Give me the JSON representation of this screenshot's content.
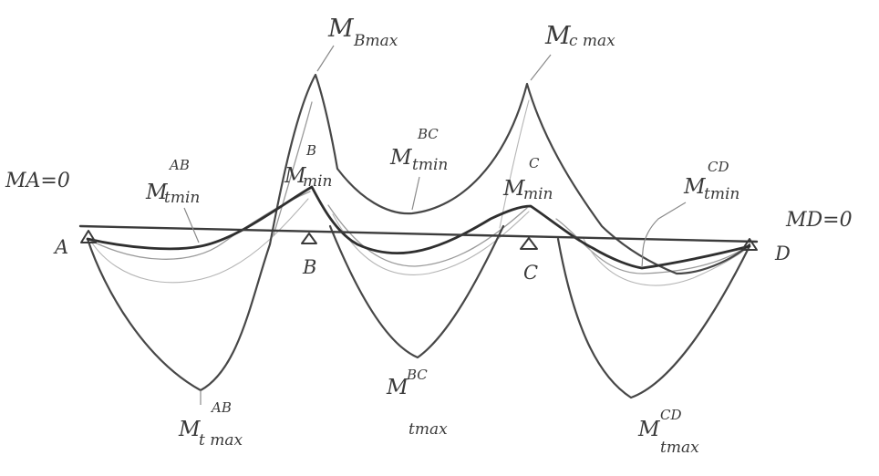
{
  "labels": {
    "mb_max_main": "M",
    "mb_max_sub": "Bmax",
    "mc_max_main": "M",
    "mc_max_sub": "c max",
    "ma_zero": "MA=0",
    "md_zero": "MD=0",
    "ab_min_main": "M",
    "ab_min_sub": "tmin",
    "ab_min_sup": "AB",
    "b_min_main": "M",
    "b_min_sub": "min",
    "b_min_sup": "B",
    "bc_min_main": "M",
    "bc_min_sub": "tmin",
    "bc_min_sup": "BC",
    "c_min_main": "M",
    "c_min_sub": "min",
    "c_min_sup": "C",
    "cd_min_main": "M",
    "cd_min_sub": "tmin",
    "cd_min_sup": "CD",
    "ab_max_main": "M",
    "ab_max_sub": "t max",
    "ab_max_sup": "AB",
    "bc_max_main": "M",
    "bc_max_sub": "tmax",
    "bc_max_sup": "BC",
    "cd_max_main": "M",
    "cd_max_sub": "tmax",
    "cd_max_sup": "CD"
  },
  "supports": {
    "a": "A",
    "b": "B",
    "c": "C",
    "d": "D"
  }
}
